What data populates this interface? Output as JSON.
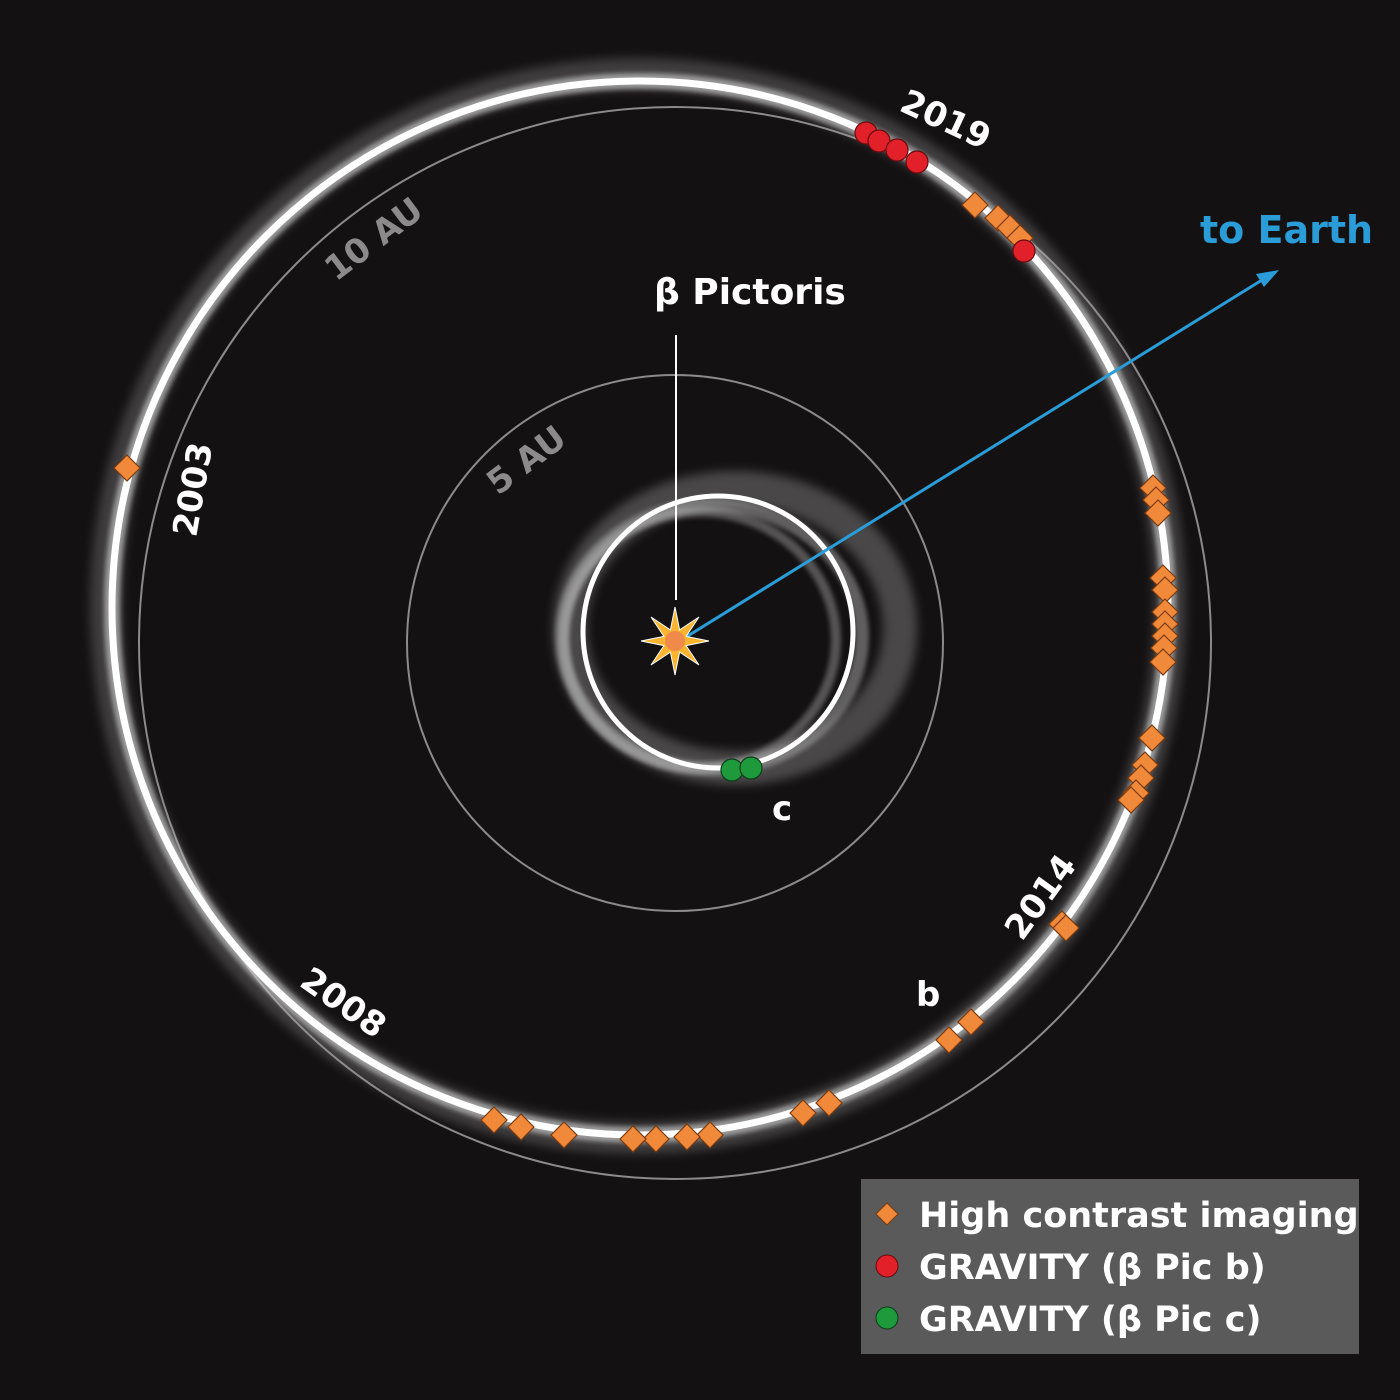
{
  "star": {
    "label": "β Pictoris",
    "star_color": "#f9b430"
  },
  "reference_circles": [
    {
      "label": "5 AU"
    },
    {
      "label": "10 AU"
    }
  ],
  "earth": {
    "label": "to Earth",
    "color": "#2a9dd8"
  },
  "planets": {
    "b_label": "b",
    "c_label": "c"
  },
  "year_labels": [
    "2003",
    "2008",
    "2014",
    "2019"
  ],
  "legend": {
    "items": [
      {
        "marker": "orange-diamond",
        "color": "#f08a3a",
        "label": "High contrast imaging"
      },
      {
        "marker": "red-dot",
        "color": "#e2202a",
        "label": "GRAVITY (β Pic b)"
      },
      {
        "marker": "green-dot",
        "color": "#1e9a3c",
        "label": "GRAVITY (β Pic c)"
      }
    ]
  }
}
